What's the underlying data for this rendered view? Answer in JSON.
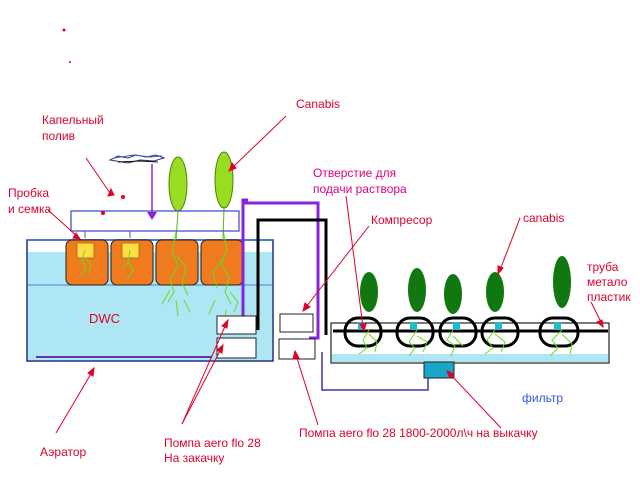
{
  "labels": {
    "drip_line1": "Капельный",
    "drip_line2": "полив",
    "plug_line1": "Пробка",
    "plug_line2": "и семка",
    "canabis_left": "Canabis",
    "hole_line1": "Отверстие для",
    "hole_line2": "подачи раствора",
    "compressor": "Компресор",
    "canabis_right": "canabis",
    "pipe_line1": "труба",
    "pipe_line2": "метало",
    "pipe_line3": "пластик",
    "dwc": "DWC",
    "filter": "фильтр",
    "aerator": "Аэратор",
    "pump_in_line1": "Помпа aero flo 28",
    "pump_in_line2": "На закачку",
    "pump_out": "Помпа aero flo 28 1800-2000л\\ч  на выкачку"
  },
  "colors": {
    "label_red": "#e0002a",
    "label_magenta": "#e0007a",
    "label_blue": "#3355dd",
    "water": "#aee6f4",
    "water_dark": "#1aa6c8",
    "plant_left": "#99dd22",
    "plant_right": "#117711",
    "pot": "#f07a1e",
    "hose_purple": "#8822dd",
    "hose_black": "#000000",
    "root": "#66dd22"
  }
}
